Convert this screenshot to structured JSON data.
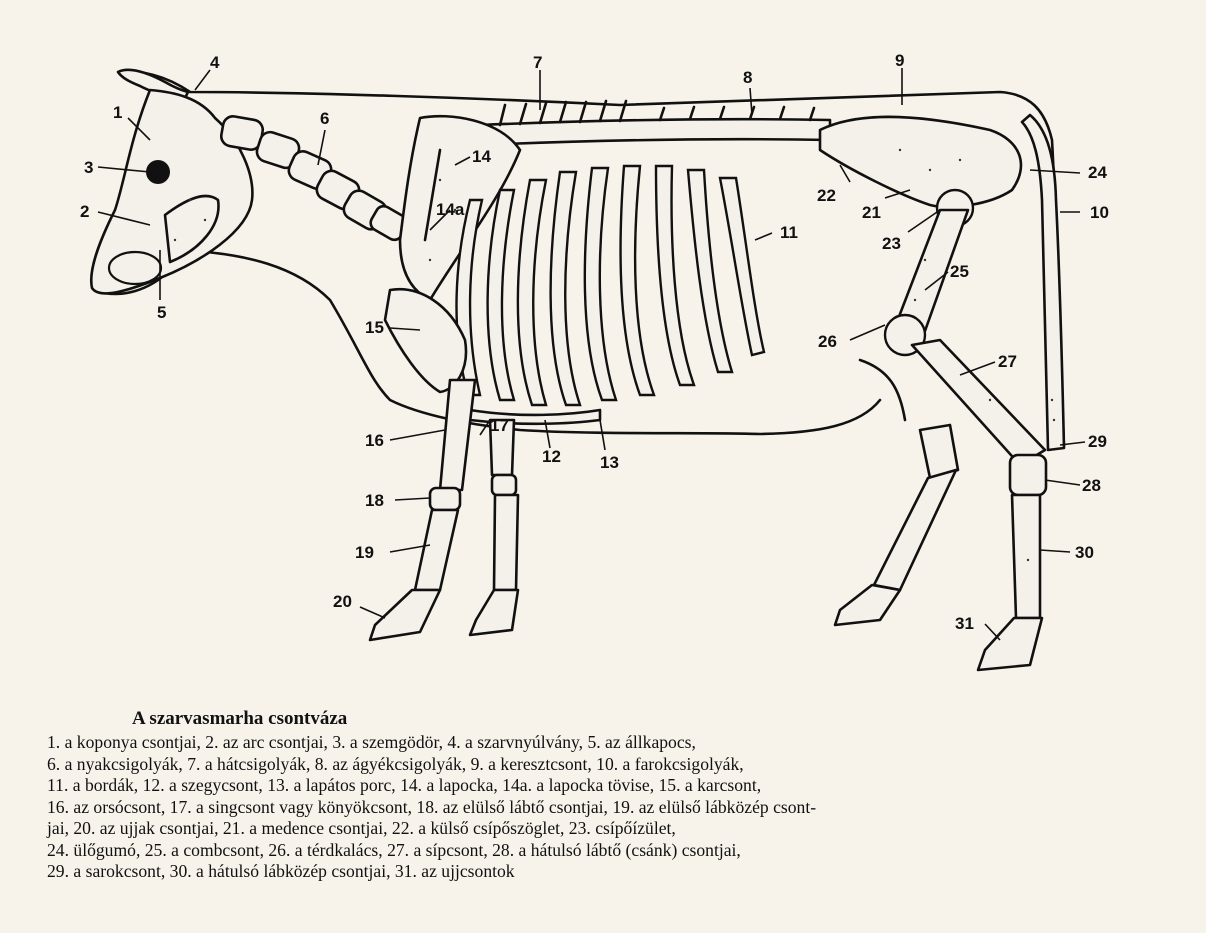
{
  "labels": {
    "l1": "1",
    "l2": "2",
    "l3": "3",
    "l4": "4",
    "l5": "5",
    "l6": "6",
    "l7": "7",
    "l8": "8",
    "l9": "9",
    "l10": "10",
    "l11": "11",
    "l12": "12",
    "l13": "13",
    "l14": "14",
    "l14a": "14a",
    "l15": "15",
    "l16": "16",
    "l17": "17",
    "l18": "18",
    "l19": "19",
    "l20": "20",
    "l21": "21",
    "l22": "22",
    "l23": "23",
    "l24": "24",
    "l25": "25",
    "l26": "26",
    "l27": "27",
    "l28": "28",
    "l29": "29",
    "l30": "30",
    "l31": "31"
  },
  "caption": {
    "title": "A szarvasmarha csontváza",
    "lines": [
      "1. a koponya csontjai, 2. az arc csontjai, 3. a szemgödör, 4. a szarvnyúlvány, 5. az állkapocs,",
      "6. a nyakcsigolyák, 7. a hátcsigolyák, 8. az ágyékcsigolyák, 9. a keresztcsont, 10. a farokcsigolyák,",
      "11. a bordák, 12. a szegycsont, 13. a lapátos porc, 14. a lapocka, 14a. a lapocka tövise, 15. a karcsont,",
      "16. az orsócsont, 17. a singcsont vagy könyökcsont, 18. az elülső lábtő csontjai, 19. az elülső lábközép csont-",
      "jai, 20. az ujjak csontjai, 21. a medence csontjai, 22. a külső csípőszöglet, 23. csípőízület,",
      "24. ülőgumó, 25. a combcsont, 26. a térdkalács, 27. a sípcsont, 28. a hátulsó lábtő (csánk) csontjai,",
      "29. a sarokcsont, 30. a hátulsó lábközép csontjai, 31. az ujjcsontok"
    ]
  }
}
